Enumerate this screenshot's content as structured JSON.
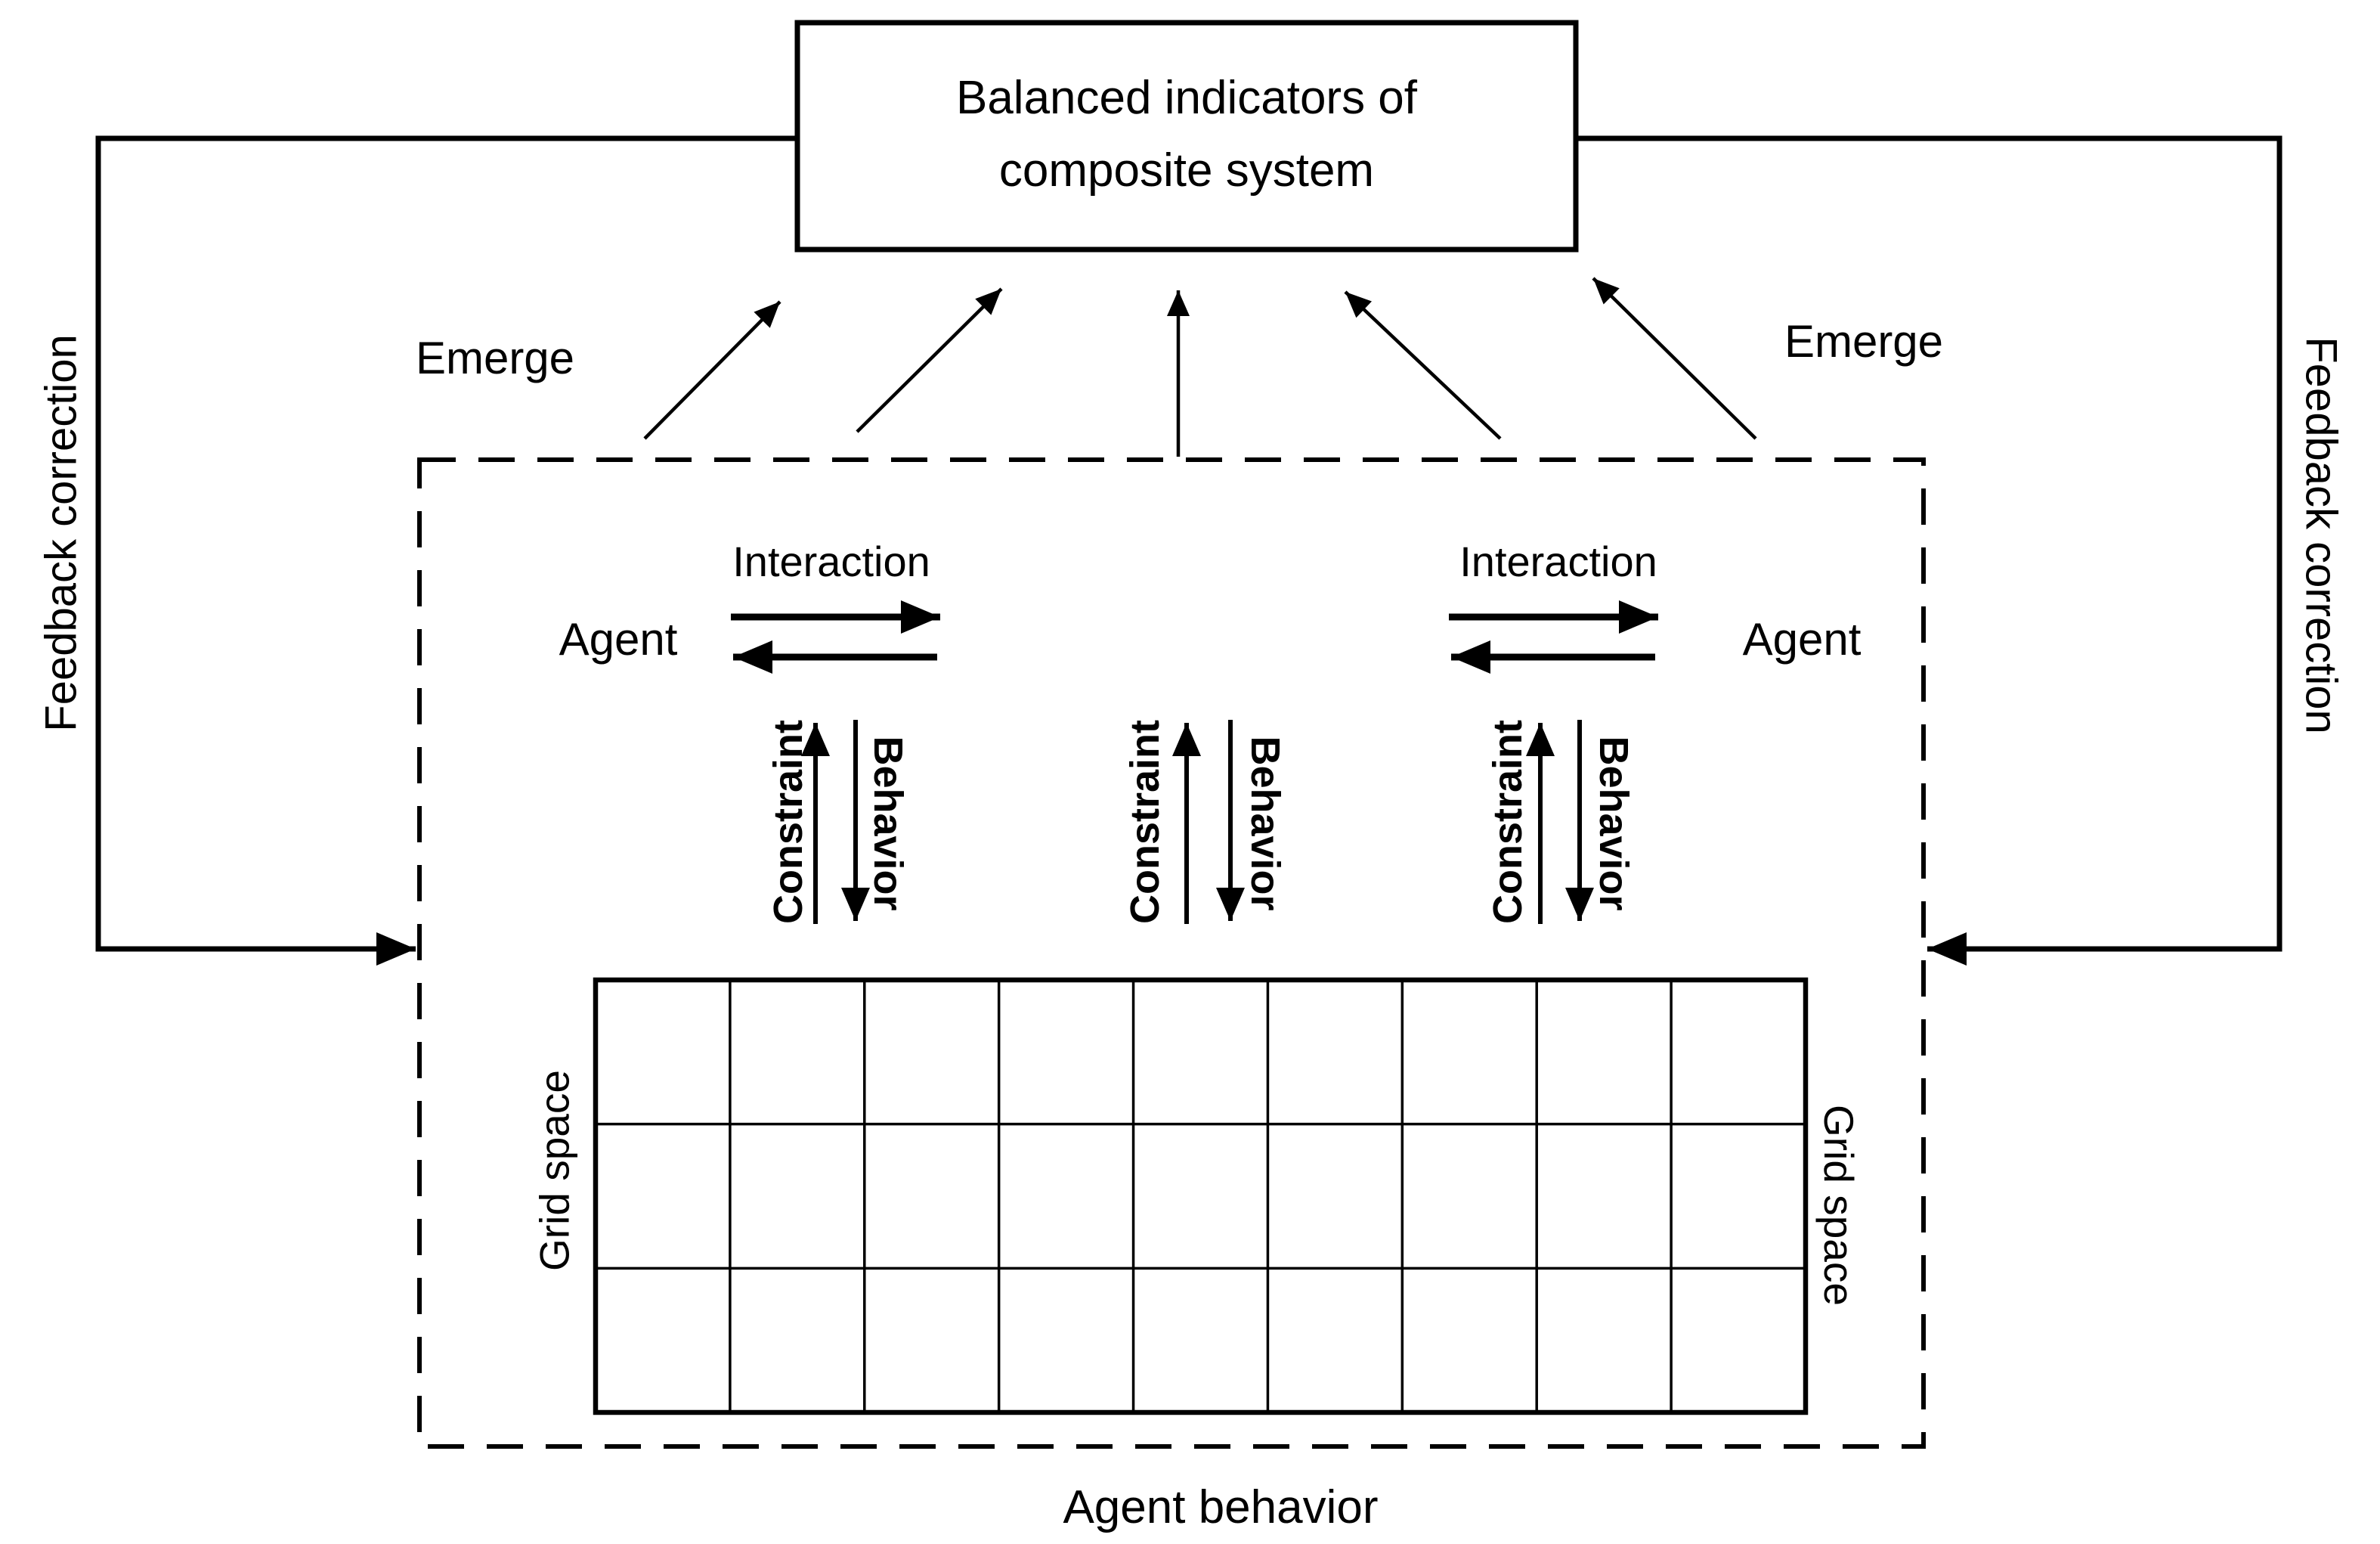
{
  "diagram": {
    "top_box": {
      "line1": "Balanced indicators of",
      "line2": "composite system"
    },
    "labels": {
      "emerge_left": "Emerge",
      "emerge_right": "Emerge",
      "feedback_left": "Feedback correction",
      "feedback_right": "Feedback correction",
      "interaction_left": "Interaction",
      "interaction_right": "Interaction",
      "agent_left": "Agent",
      "agent_right": "Agent",
      "grid_space_left": "Grid space",
      "grid_space_right": "Grid space",
      "agent_behavior": "Agent behavior"
    },
    "constraint_behavior_pairs": [
      {
        "constraint": "Constraint",
        "behavior": "Behavior"
      },
      {
        "constraint": "Constraint",
        "behavior": "Behavior"
      },
      {
        "constraint": "Constraint",
        "behavior": "Behavior"
      }
    ],
    "grid": {
      "rows": 3,
      "columns": 9
    },
    "colors": {
      "ink": "#000000",
      "background": "#ffffff"
    }
  }
}
